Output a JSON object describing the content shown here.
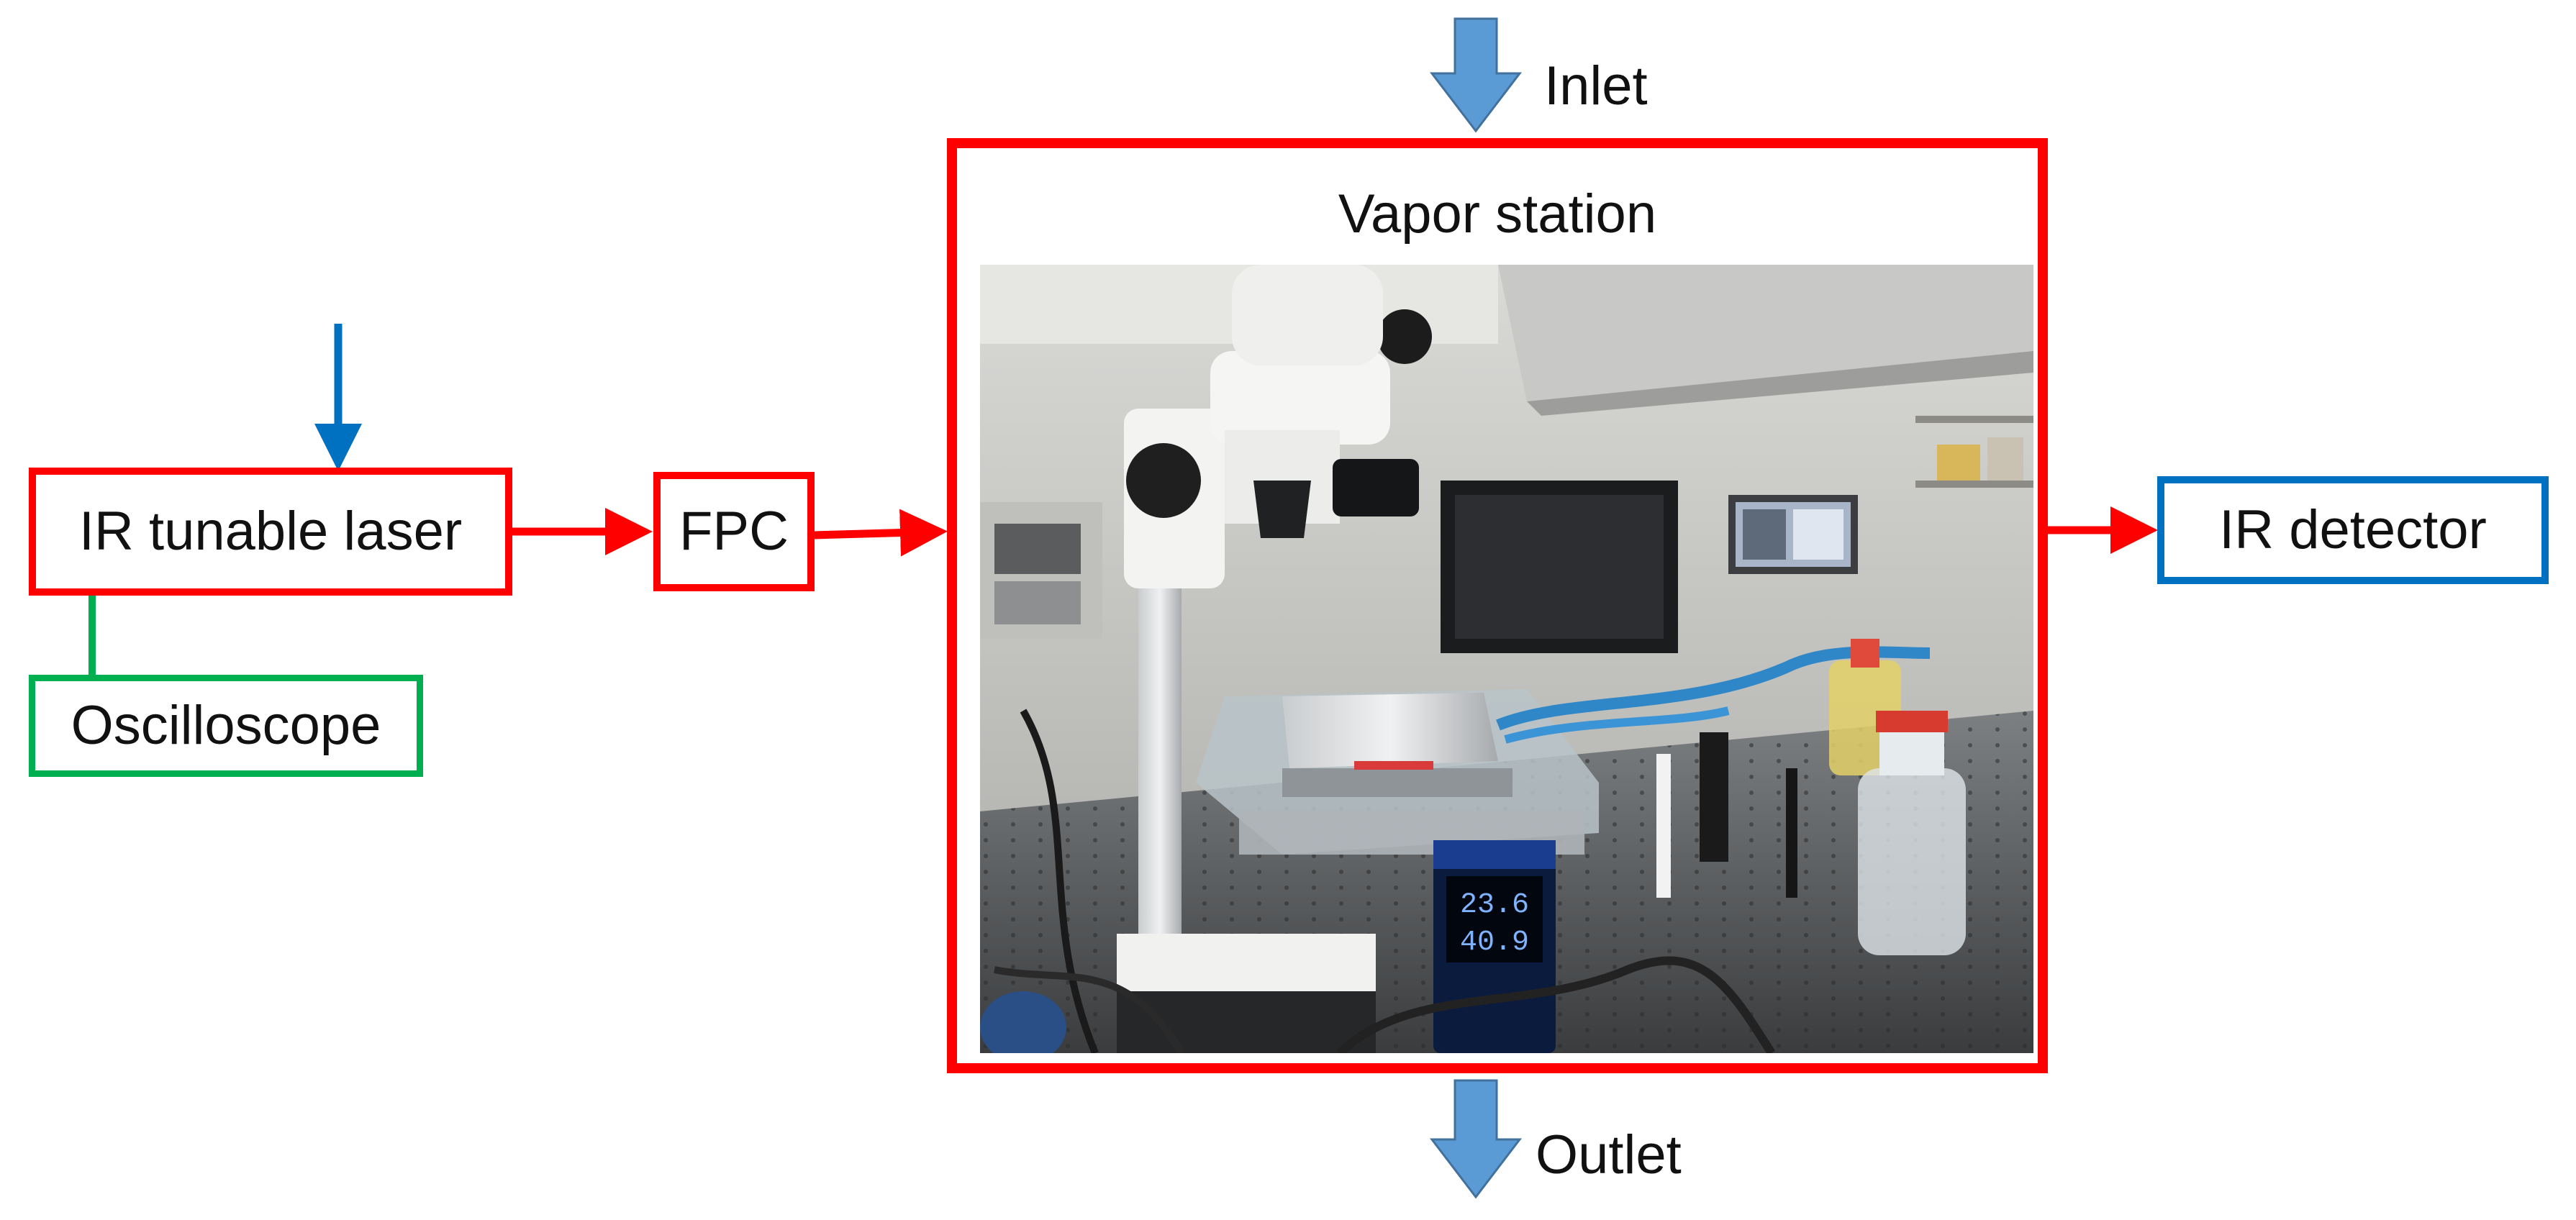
{
  "colors": {
    "red": "#ff0000",
    "blue": "#0070c0",
    "green": "#00b050",
    "flow_arrow": "#5b9bd5"
  },
  "diagram": {
    "laser": {
      "label": "IR tunable laser"
    },
    "oscilloscope": {
      "label": "Oscilloscope"
    },
    "fpc": {
      "label": "FPC"
    },
    "vapor_station": {
      "label": "Vapor station",
      "photo": "lab bench photo with microscope, sample chamber, tubing and temperature controller"
    },
    "detector": {
      "label": "IR detector"
    },
    "inlet": {
      "label": "Inlet"
    },
    "outlet": {
      "label": "Outlet"
    },
    "controller_display": {
      "line1": "23.6",
      "line2": "40.9"
    }
  }
}
